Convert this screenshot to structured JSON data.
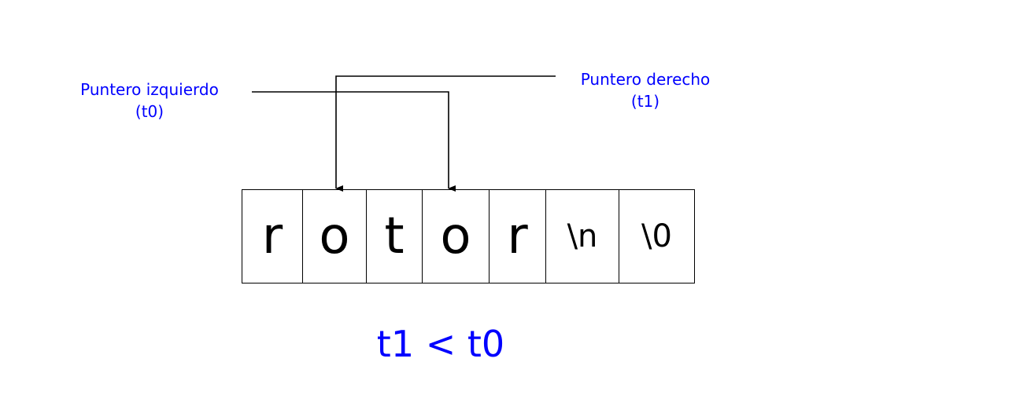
{
  "pointers": {
    "left": {
      "line1": "Puntero izquierdo",
      "line2": "(t0)"
    },
    "right": {
      "line1": "Puntero derecho",
      "line2": "(t1)"
    }
  },
  "array": {
    "cells": [
      "r",
      "o",
      "t",
      "o",
      "r",
      "\\n",
      "\\0"
    ]
  },
  "condition": "t1 < t0",
  "colors": {
    "label": "#0000ff",
    "line": "#000000",
    "cell_text": "#000000"
  }
}
